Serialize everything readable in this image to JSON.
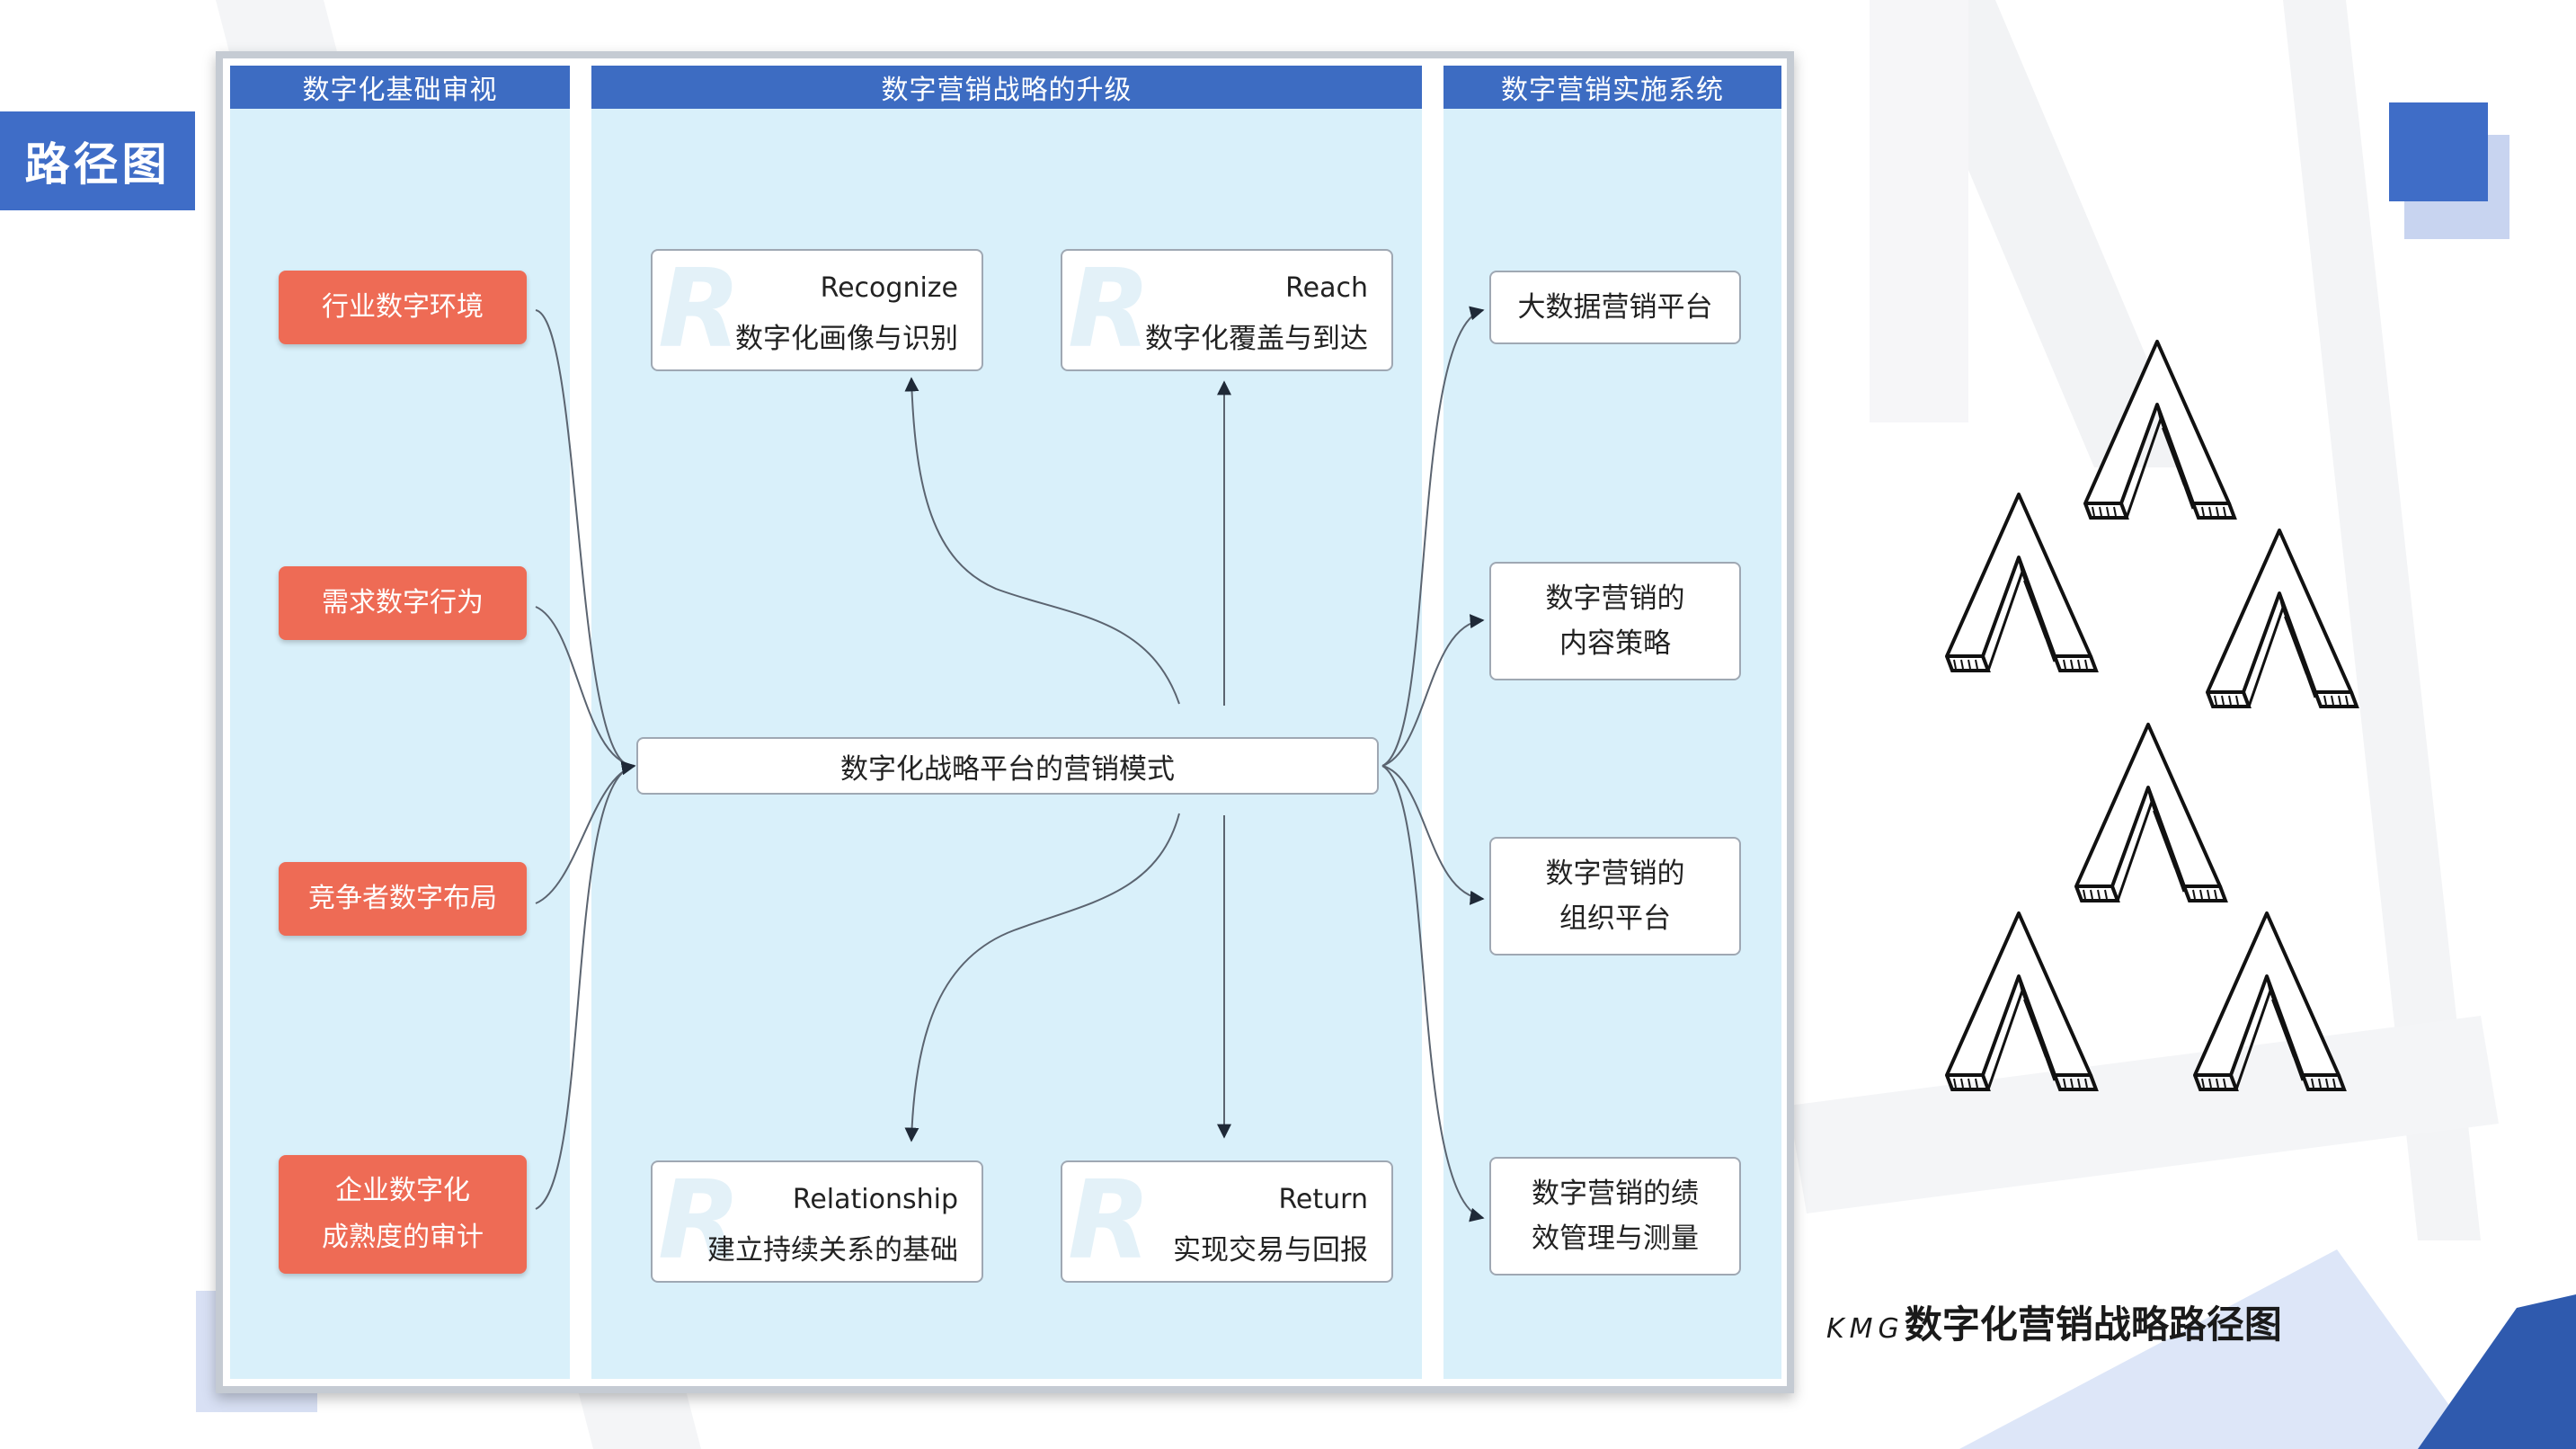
{
  "tag": "路径图",
  "subtitle": {
    "prefix": "KMG",
    "text": "数字化营销战略路径图"
  },
  "columns": {
    "left": "数字化基础审视",
    "middle": "数字营销战略的升级",
    "right": "数字营销实施系统"
  },
  "left_items": [
    {
      "line1": "行业数字环境",
      "line2": ""
    },
    {
      "line1": "需求数字行为",
      "line2": ""
    },
    {
      "line1": "竞争者数字布局",
      "line2": ""
    },
    {
      "line1": "企业数字化",
      "line2": "成熟度的审计"
    }
  ],
  "cards": {
    "recognize": {
      "en": "Recognize",
      "zh": "数字化画像与识别",
      "ghost": "R"
    },
    "reach": {
      "en": "Reach",
      "zh": "数字化覆盖与到达",
      "ghost": "R"
    },
    "relationship": {
      "en": "Relationship",
      "zh": "建立持续关系的基础",
      "ghost": "R"
    },
    "return": {
      "en": "Return",
      "zh": "实现交易与回报",
      "ghost": "R"
    }
  },
  "center": "数字化战略平台的营销模式",
  "right_items": [
    {
      "line1": "大数据营销平台",
      "line2": ""
    },
    {
      "line1": "数字营销的",
      "line2": "内容策略"
    },
    {
      "line1": "数字营销的",
      "line2": "组织平台"
    },
    {
      "line1": "数字营销的绩",
      "line2": "效管理与测量"
    }
  ],
  "colors": {
    "accent_blue": "#3F6DC7",
    "header_blue": "#3D6CC2",
    "panel_light": "#D9F0FA",
    "coral": "#EE6B55"
  }
}
